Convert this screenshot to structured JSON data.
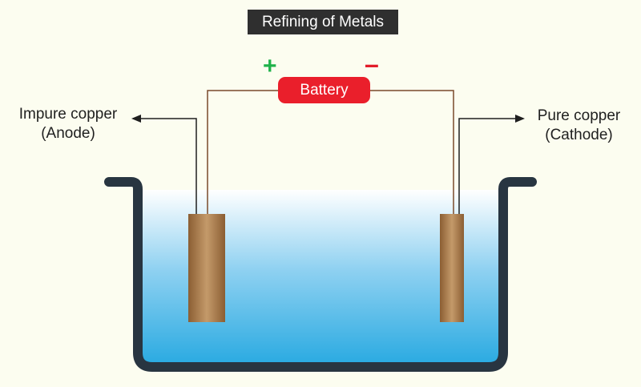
{
  "title": "Refining of Metals",
  "battery": {
    "label": "Battery",
    "plus": "+",
    "minus": "–"
  },
  "anode": {
    "line1": "Impure copper",
    "line2": "(Anode)"
  },
  "cathode": {
    "line1": "Pure copper",
    "line2": "(Cathode)"
  },
  "colors": {
    "background": "#fcfdf0",
    "tank_wall": "#283541",
    "electrolyte_top": "#ffffff",
    "electrolyte_bottom": "#27a9e1",
    "copper_dark": "#8b5e33",
    "copper_light": "#c49a6a",
    "wire": "#7a4a2a",
    "battery": "#ea1f2b",
    "plus_sign": "#1fb24a",
    "minus_sign": "#e21d2a",
    "title_bg": "#2f2f2f"
  }
}
